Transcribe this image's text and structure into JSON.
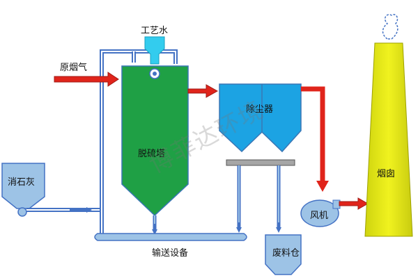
{
  "labels": {
    "process_water": "工艺水",
    "raw_flue_gas": "原烟气",
    "desulfurization_tower": "脱硫塔",
    "dust_collector": "除尘器",
    "slaked_lime": "消石灰",
    "fan": "风机",
    "chimney": "烟囱",
    "conveyor": "输送设备",
    "waste_bin": "废料仓"
  },
  "watermark": "博菲达环境",
  "colors": {
    "pipe_blue": "#4472C4",
    "pipe_fill": "#9DC3E6",
    "gas_arrow": "#E0241B",
    "tower_green": "#1FA045",
    "collector_blue": "#1CA3E3",
    "chimney_yellow": "#E3E81A",
    "water_cyan": "#33CCEE",
    "equipment_fill": "#9DC3E6"
  }
}
